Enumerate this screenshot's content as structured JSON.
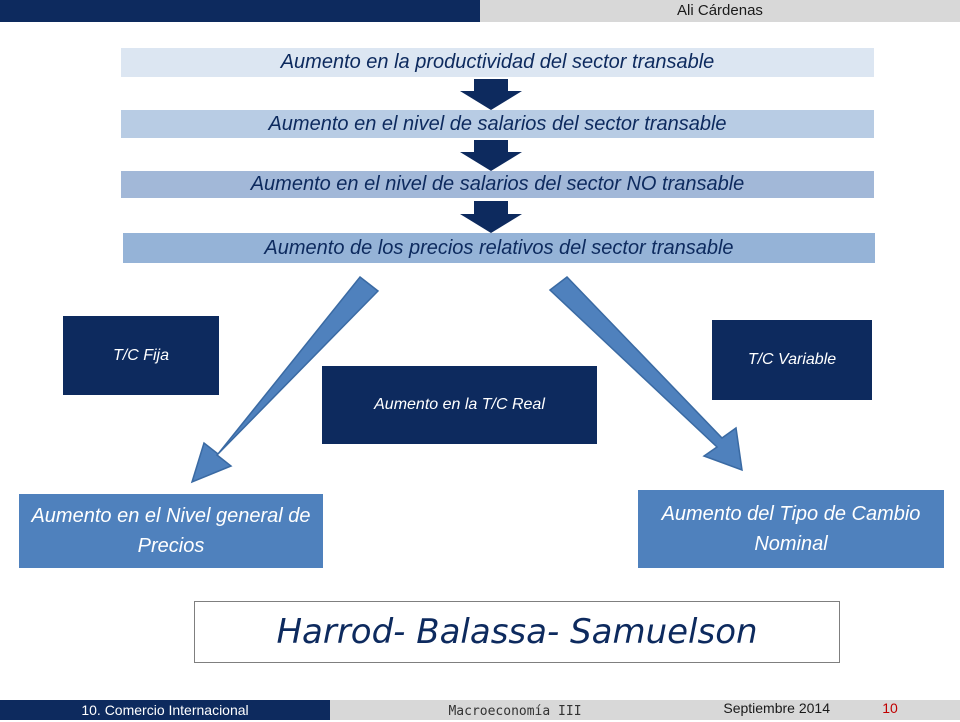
{
  "header": {
    "author": "Ali Cárdenas"
  },
  "chain": [
    "Aumento en la productividad del sector transable",
    "Aumento en el nivel de salarios del sector transable",
    "Aumento en el nivel de salarios del sector NO transable",
    "Aumento de los precios relativos del sector transable"
  ],
  "regimes": {
    "fixed": "T/C Fija",
    "variable": "T/C Variable",
    "center": "Aumento en la T/C Real"
  },
  "outcomes": {
    "left": "Aumento en el Nivel general de Precios",
    "right": "Aumento del Tipo de Cambio Nominal"
  },
  "theory": "Harrod- Balassa- Samuelson",
  "footer": {
    "course": "10. Comercio Internacional",
    "subject": "Macroeconomía III",
    "date": "Septiembre 2014",
    "page": "10"
  },
  "colors": {
    "navy": "#0d2a5e",
    "accent_blue": "#4f81bd",
    "page_number": "#c00000"
  }
}
